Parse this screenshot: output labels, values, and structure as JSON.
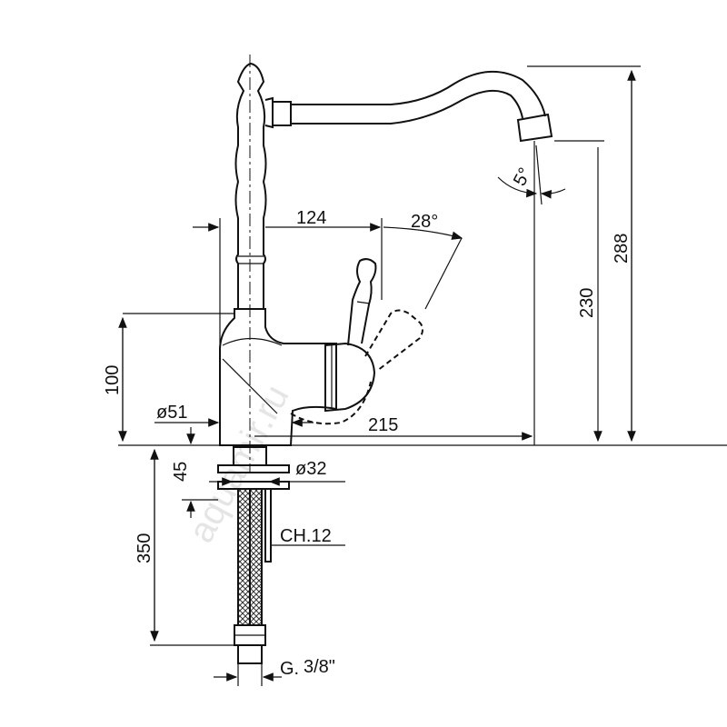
{
  "drawing": {
    "title": "Kitchen faucet dimensional drawing",
    "watermark": "aquamir.ru",
    "dimensions": {
      "lever_reach": "124",
      "lever_angle": "28°",
      "spout_angle": "5°",
      "spout_height": "230",
      "total_height": "288",
      "body_height": "100",
      "base_diameter": "ø51",
      "spout_reach": "215",
      "shank_length": "45",
      "shank_diameter": "ø32",
      "hose_length": "350",
      "wrench_size": "CH.12",
      "thread_prefix": "G.",
      "thread_size": "3/8\""
    }
  }
}
